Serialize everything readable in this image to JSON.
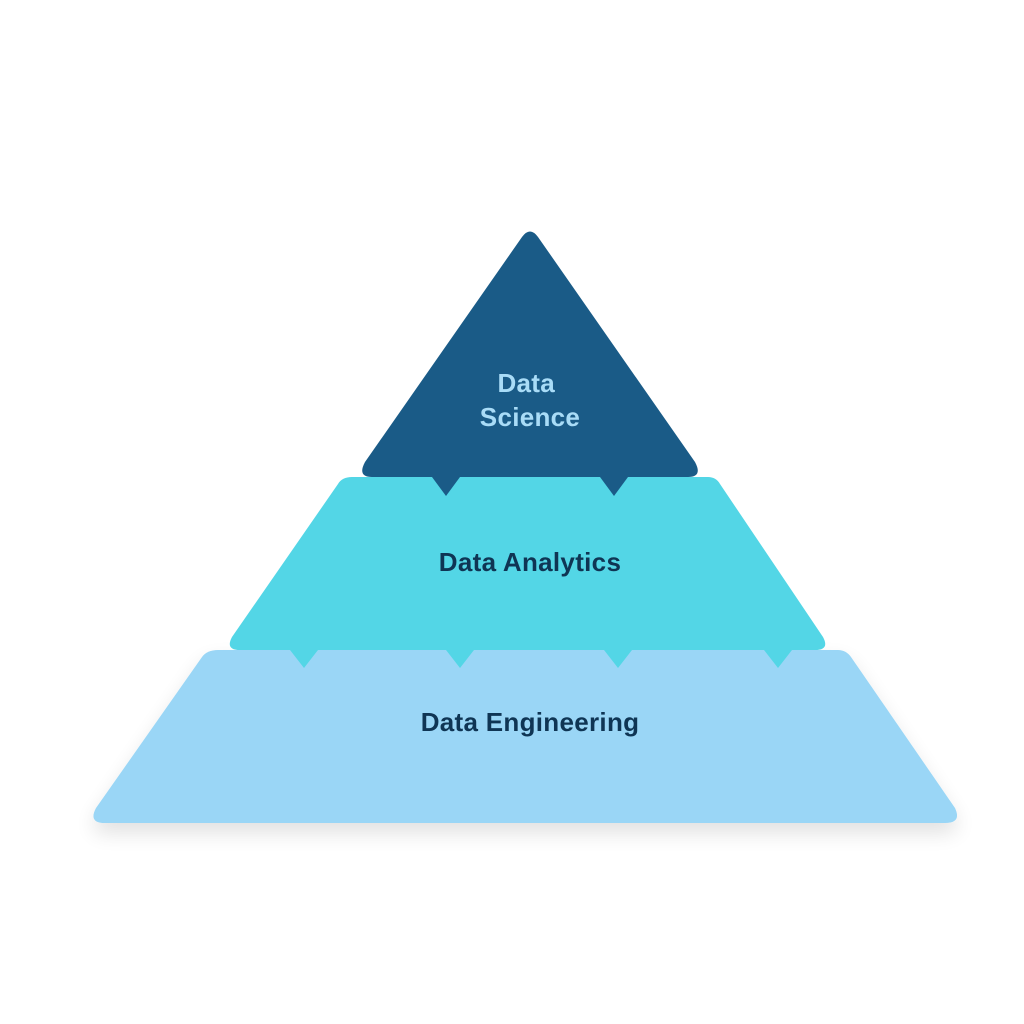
{
  "diagram": {
    "tiers": [
      {
        "id": "top",
        "lines": [
          "Data",
          "Science"
        ],
        "fill": "#1a5b87",
        "text_color": "#a9dcf7"
      },
      {
        "id": "middle",
        "lines": [
          "Data Analytics"
        ],
        "fill": "#53d6e6",
        "text_color": "#0f3554"
      },
      {
        "id": "bottom",
        "lines": [
          "Data Engineering"
        ],
        "fill": "#9ad6f6",
        "text_color": "#0f3554"
      }
    ]
  }
}
